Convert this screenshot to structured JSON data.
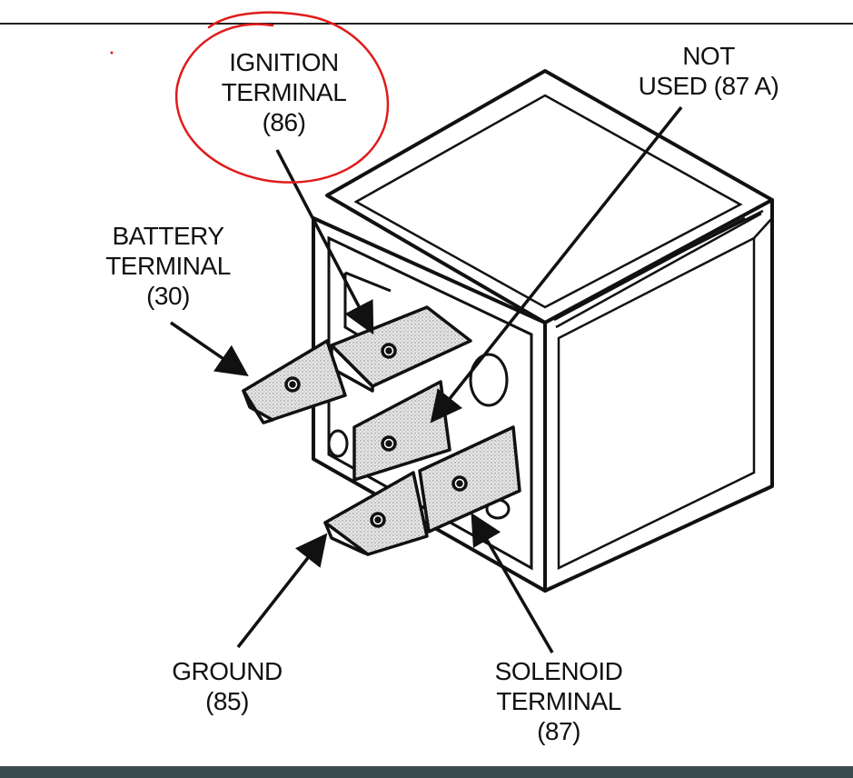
{
  "labels": {
    "ignition": {
      "line1": "IGNITION",
      "line2": "TERMINAL",
      "line3": "(86)"
    },
    "not_used": {
      "line1": "NOT",
      "line2": "USED (87 A)"
    },
    "battery": {
      "line1": "BATTERY",
      "line2": "TERMINAL",
      "line3": "(30)"
    },
    "ground": {
      "line1": "GROUND",
      "line2": "(85)"
    },
    "solenoid": {
      "line1": "SOLENOID",
      "line2": "TERMINAL",
      "line3": "(87)"
    }
  },
  "colors": {
    "ink": "#111111",
    "highlight_circle": "#e01b1b",
    "bottom_bar": "#3b4a4f",
    "terminal_fill": "#d8d8d8"
  }
}
